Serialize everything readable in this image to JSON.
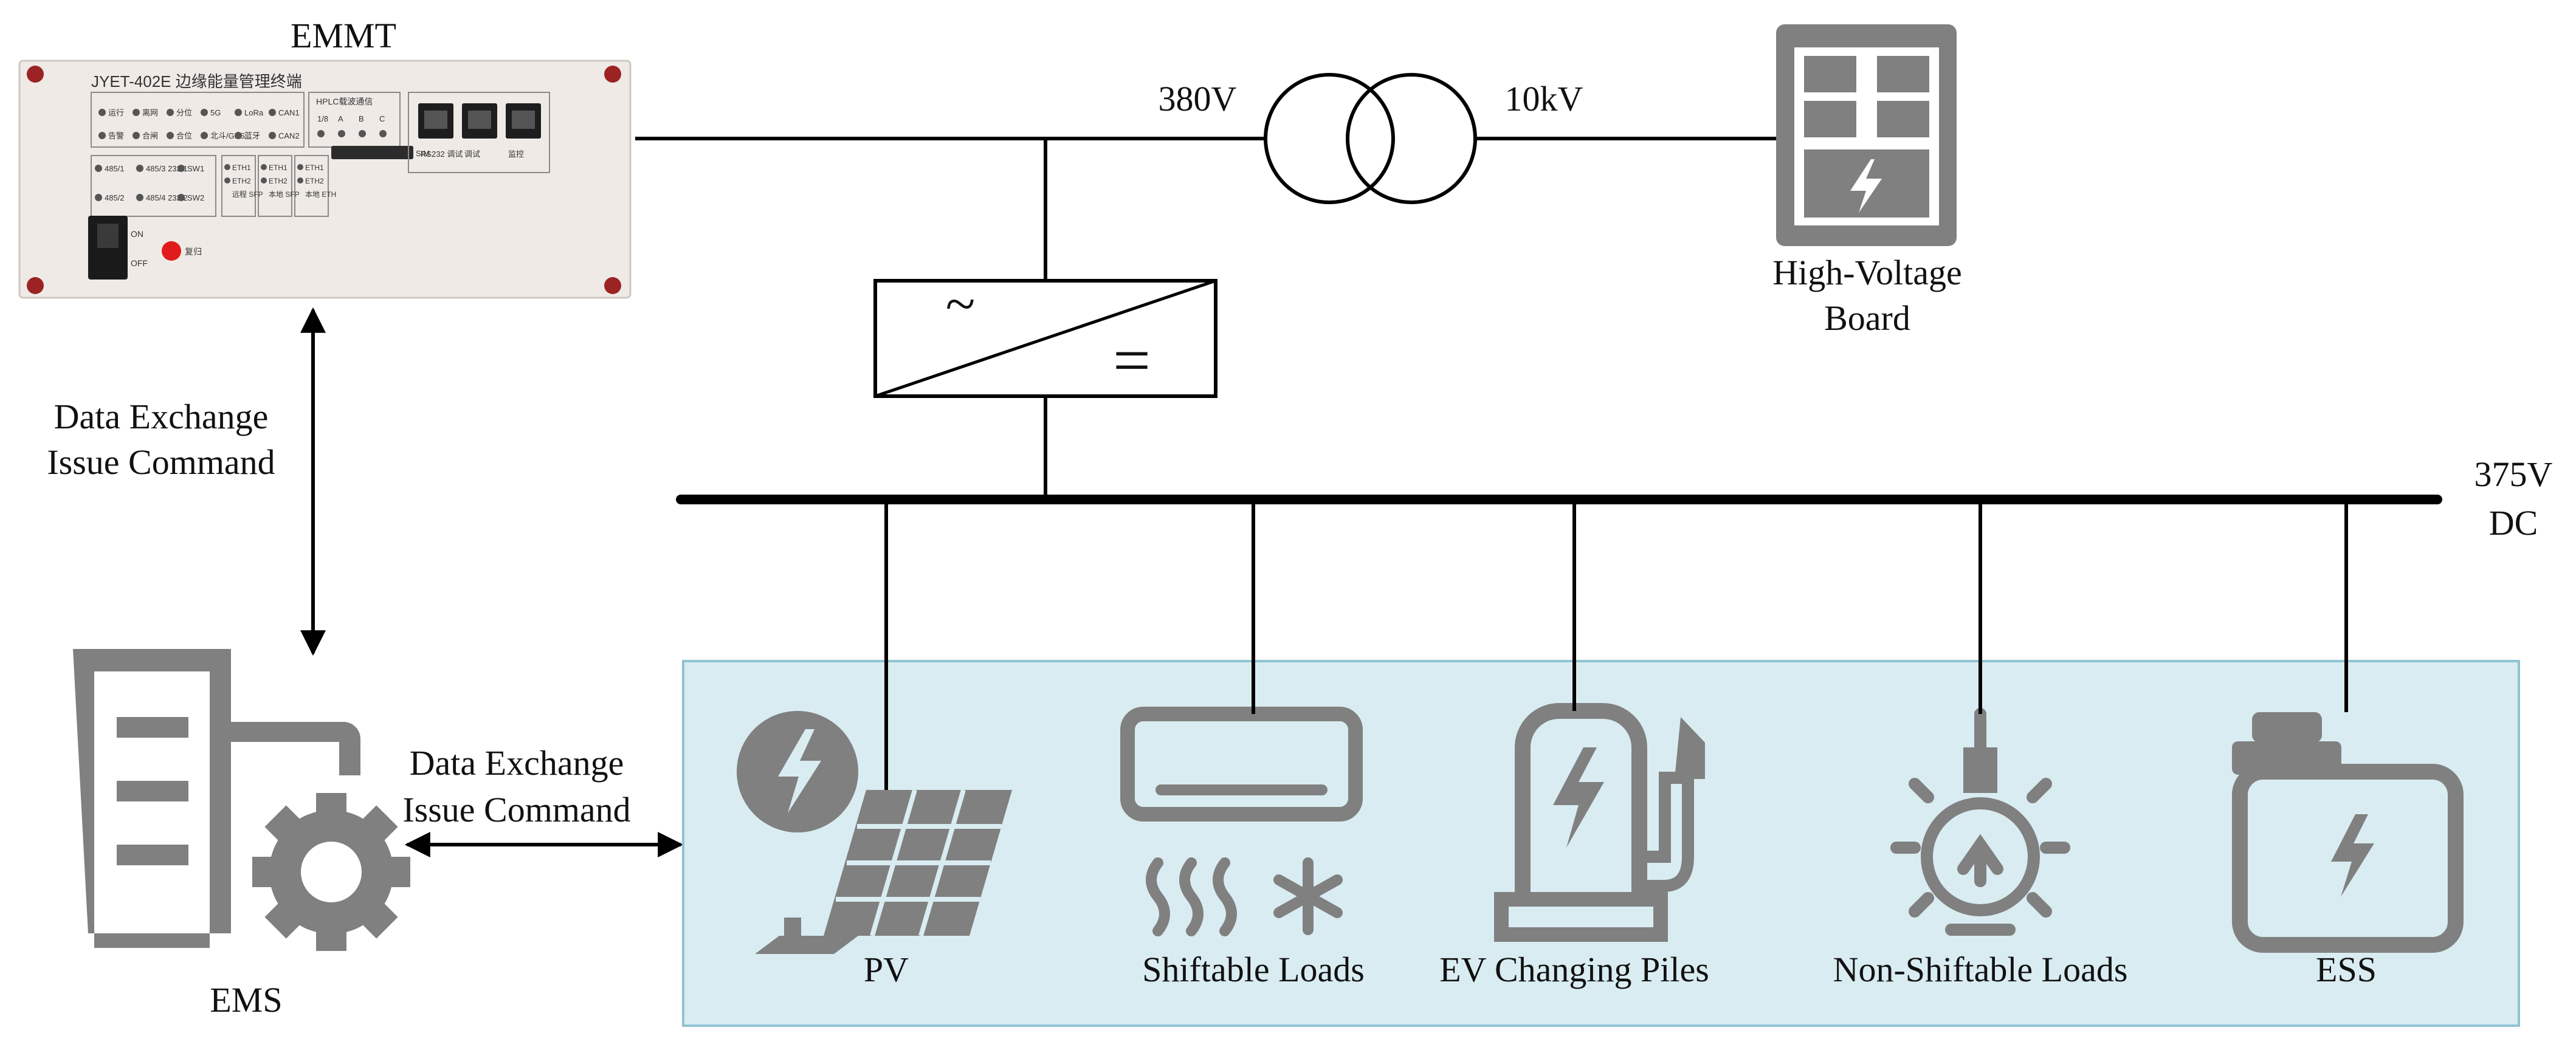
{
  "emmt": {
    "title": "EMMT",
    "device_model": "JYET-402E 边缘能量管理终端",
    "indicators_row1": [
      "运行",
      "离网",
      "分位",
      "5G",
      "LoRa",
      "CAN1"
    ],
    "indicators_row2": [
      "告警",
      "合闸",
      "合位",
      "北斗/GPS",
      "蓝牙",
      "CAN2"
    ],
    "hplc_label": "HPLC载波通信",
    "hplc_phases": [
      "1/8",
      "A",
      "B",
      "C"
    ],
    "sim_label": "SIM",
    "ports": [
      "RS232 调试",
      "调试",
      "监控"
    ],
    "lower_left": [
      "485/1",
      "485/3 232/1",
      "SW1",
      "485/2",
      "485/4 232/2",
      "SW2"
    ],
    "eth_groups": [
      [
        "ETH1",
        "ETH2",
        "远程 SFP"
      ],
      [
        "ETH1",
        "ETH2",
        "本地 SFP"
      ],
      [
        "ETH1",
        "ETH2",
        "本地 ETH"
      ]
    ],
    "switch_on": "ON",
    "switch_off": "OFF",
    "reset_label": "复归"
  },
  "link_emmt_ems": {
    "line1": "Data Exchange",
    "line2": "Issue Command"
  },
  "link_ems_loads": {
    "line1": "Data Exchange",
    "line2": "Issue Command"
  },
  "ems_label": "EMS",
  "transformer": {
    "low_voltage": "380V",
    "high_voltage": "10kV"
  },
  "converter": {
    "ac_symbol": "~",
    "dc_symbol": "="
  },
  "hv_board": {
    "line1": "High-Voltage",
    "line2": "Board"
  },
  "dc_bus": {
    "voltage": "375V",
    "type": "DC"
  },
  "loads": [
    {
      "label": "PV",
      "icon": "pv-panel-icon"
    },
    {
      "label": "Shiftable Loads",
      "icon": "air-conditioner-icon"
    },
    {
      "label": "EV Changing Piles",
      "icon": "ev-charger-icon"
    },
    {
      "label": "Non-Shiftable Loads",
      "icon": "light-bulb-icon"
    },
    {
      "label": "ESS",
      "icon": "battery-icon"
    }
  ],
  "colors": {
    "icon_gray": "#808080",
    "load_area_fill": "#d9ecf1",
    "load_area_border": "#8fc3d3",
    "panel_fill": "#efeae6",
    "line": "#000000"
  }
}
